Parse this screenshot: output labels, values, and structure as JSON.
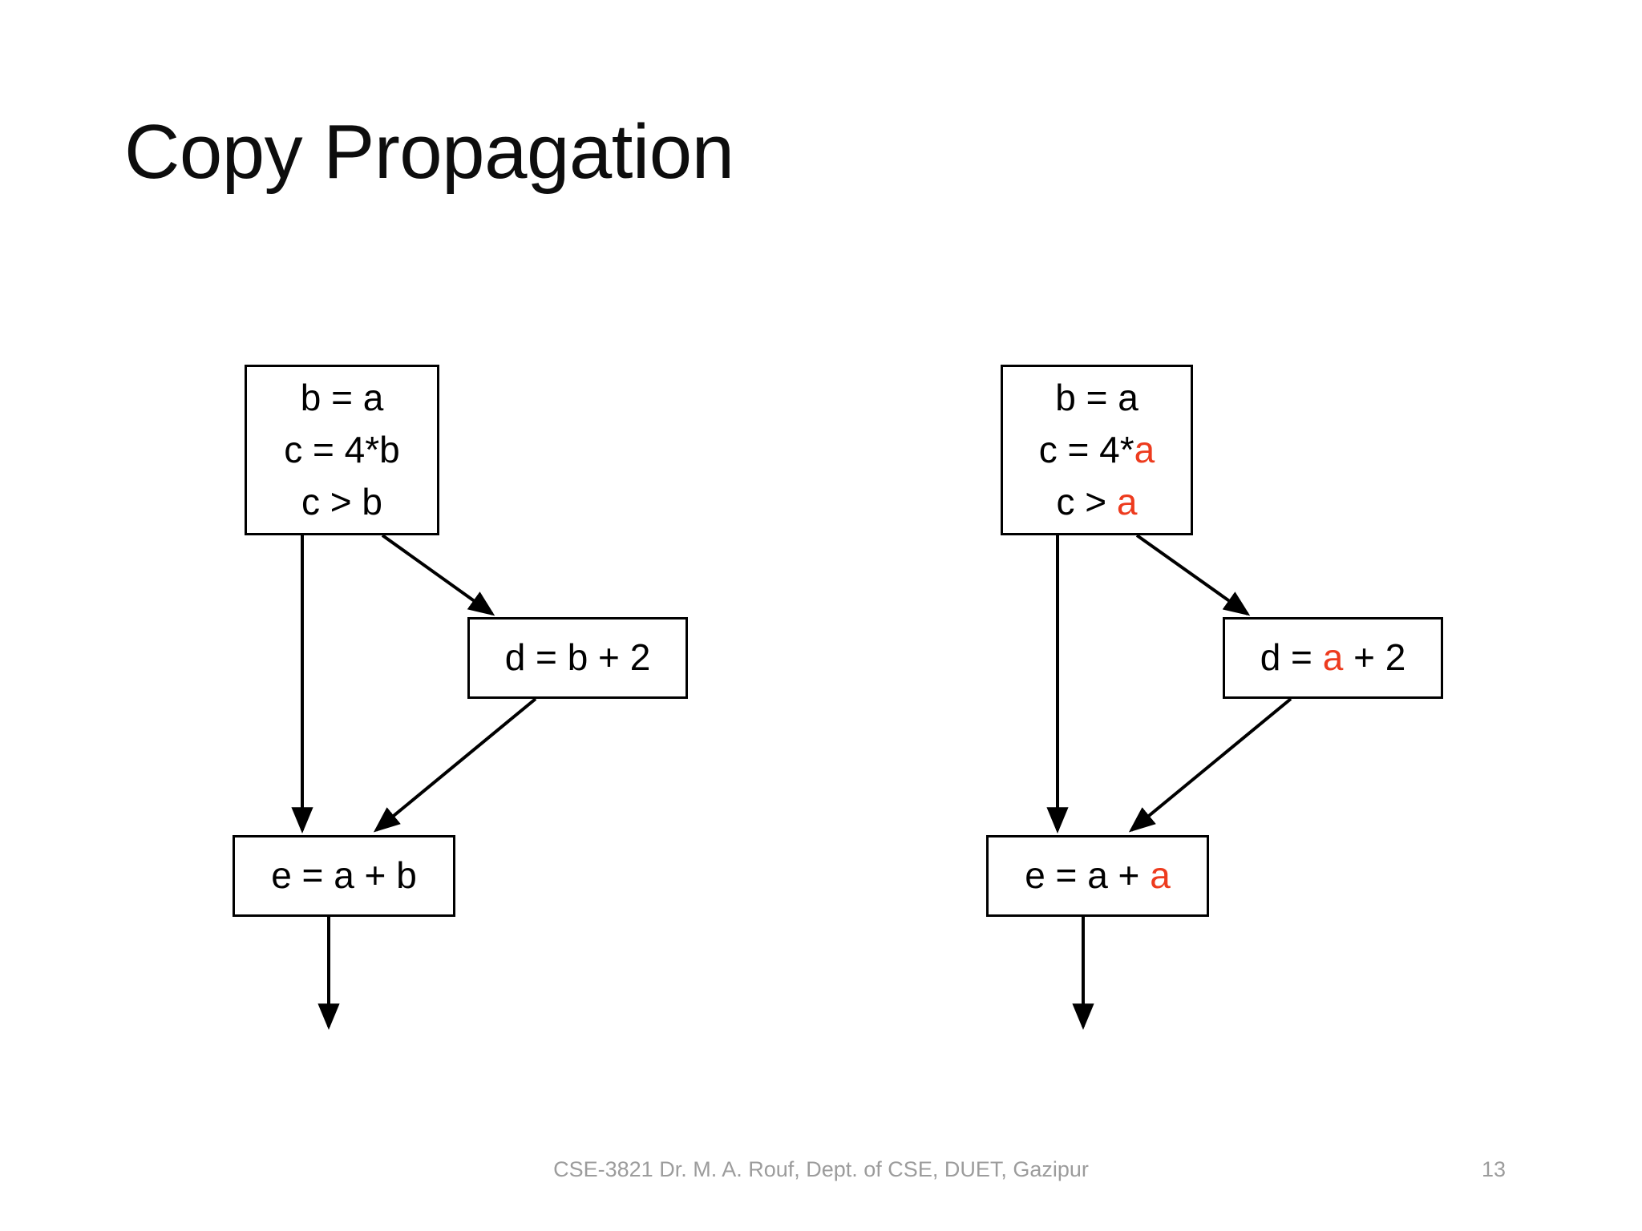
{
  "slide": {
    "title": "Copy Propagation",
    "accent_color": "#ED3B1E",
    "text_color": "#000000",
    "footer_color": "#9C9C9C",
    "background": "#ffffff"
  },
  "diagrams": {
    "before": {
      "label": "before-copy-propagation",
      "entry_block": {
        "line1": "b = a",
        "line2_plain": "c = 4*b",
        "line3_plain": "c > b"
      },
      "branch_block": {
        "text_plain": "d = b + 2"
      },
      "merge_block": {
        "text_plain": "e = a + b"
      }
    },
    "after": {
      "label": "after-copy-propagation",
      "entry_block": {
        "line1": "b = a",
        "line2_prefix": "c = 4*",
        "line2_accent": "a",
        "line3_prefix": "c > ",
        "line3_accent": "a"
      },
      "branch_block": {
        "prefix": "d = ",
        "accent": "a",
        "suffix": " + 2"
      },
      "merge_block": {
        "prefix": "e = a + ",
        "accent": "a"
      }
    }
  },
  "footer": {
    "credit": "CSE-3821 Dr. M. A. Rouf, Dept. of CSE, DUET, Gazipur",
    "page_number": "13"
  }
}
